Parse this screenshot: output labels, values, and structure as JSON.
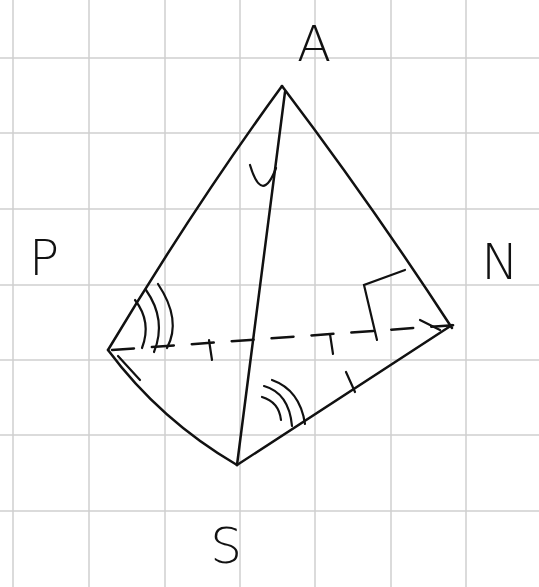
{
  "diagram": {
    "labels": [
      "A",
      "P",
      "N",
      "S"
    ]
  }
}
